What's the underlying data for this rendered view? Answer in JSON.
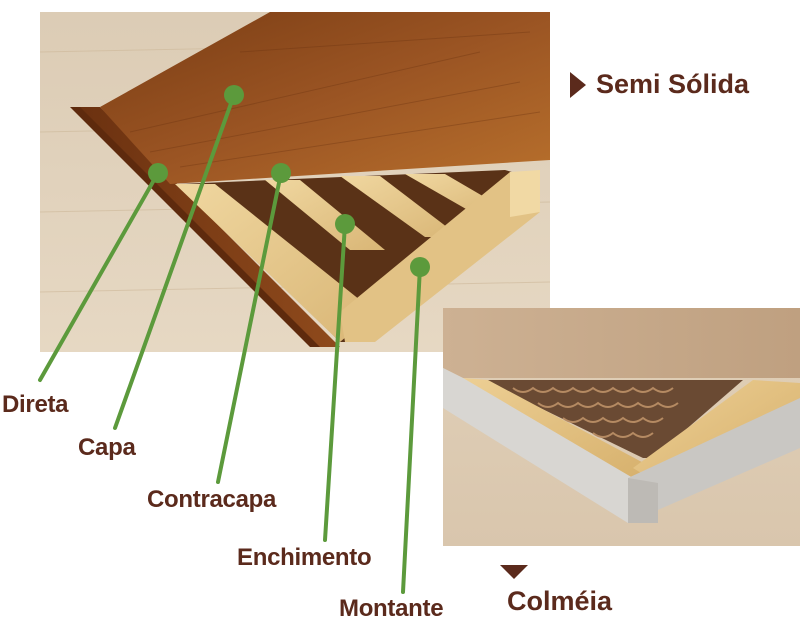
{
  "titles": {
    "semi_solida": "Semi Sólida",
    "colmeia": "Colméia"
  },
  "labels": {
    "direta": "Direta",
    "capa": "Capa",
    "contracapa": "Contracapa",
    "enchimento": "Enchimento",
    "montante": "Montante"
  },
  "colors": {
    "label_text": "#5b2a1c",
    "leader_line": "#5c9a3c",
    "veneer": "#8a4a1c",
    "pine": "#e8cc93",
    "mdf": "#c7a98a"
  },
  "icons": {
    "title_marker_right": "triangle-right-icon",
    "title_marker_down": "triangle-down-icon"
  }
}
